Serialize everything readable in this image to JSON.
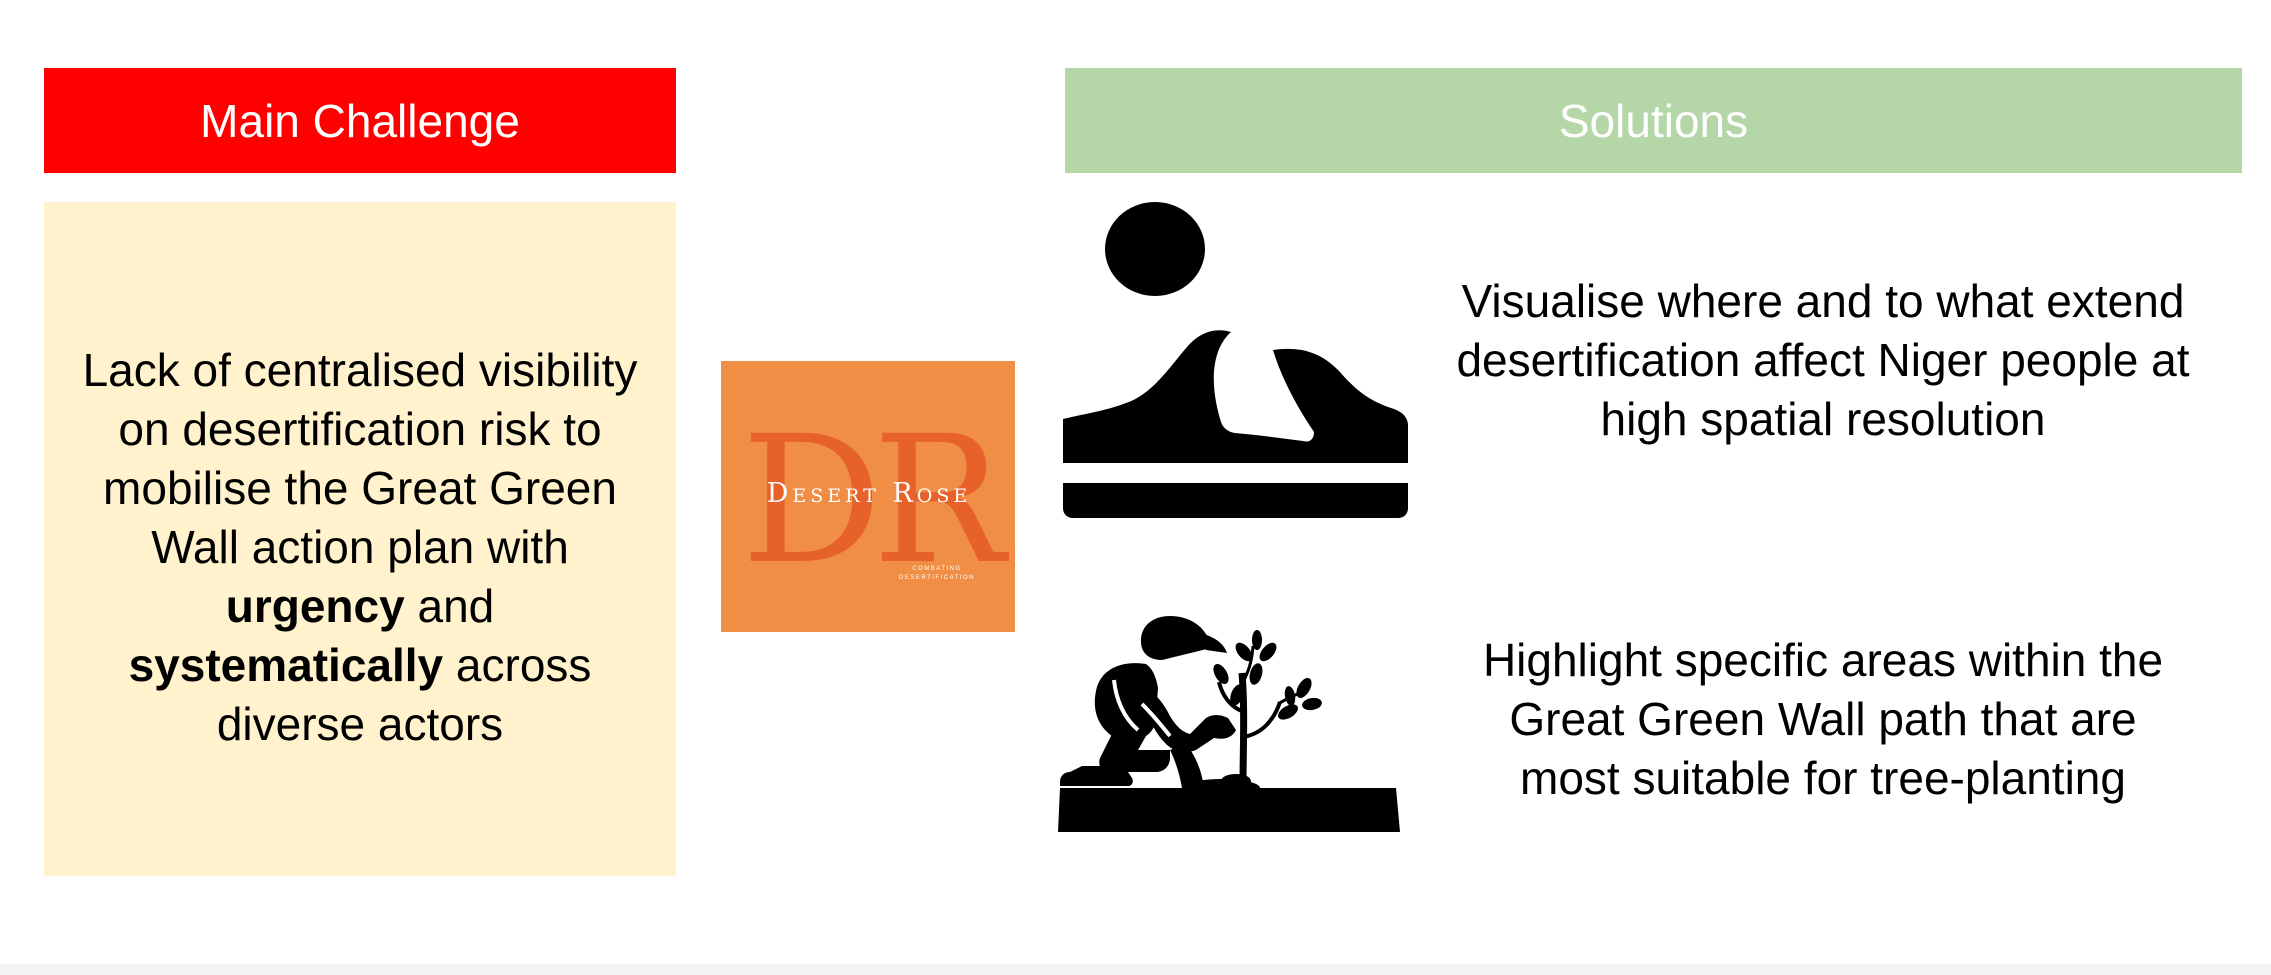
{
  "challenge": {
    "header": "Main Challenge",
    "text_parts": [
      "Lack of centralised visibility on desertification risk to mobilise the Great Green Wall action plan with ",
      "urgency",
      " and ",
      "systematically",
      " across diverse actors"
    ]
  },
  "logo": {
    "monogram": "DR",
    "name": "Desert Rose",
    "tagline_1": "COMBATING",
    "tagline_2": "DESERTIFICATION"
  },
  "solutions": {
    "header": "Solutions",
    "items": [
      {
        "icon": "desert-landscape-icon",
        "lines": [
          "Visualise where and to what extend",
          "desertification affect Niger people at",
          "high spatial resolution"
        ]
      },
      {
        "icon": "tree-planting-icon",
        "lines": [
          "Highlight specific areas within the",
          "Great Green Wall path that are",
          "most suitable for tree-planting"
        ]
      }
    ]
  },
  "colors": {
    "challenge_header": "#ff0000",
    "challenge_box": "#fff2cc",
    "solutions_header": "#b5d7a8",
    "logo_background": "#f08e45",
    "logo_monogram": "#e6622a",
    "text": "#000000",
    "header_text": "#ffffff"
  }
}
